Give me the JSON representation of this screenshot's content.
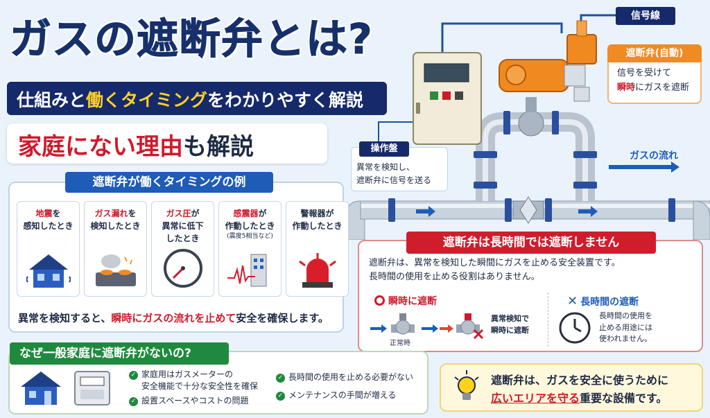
{
  "title": {
    "main": "ガスの遮断弁とは?",
    "subtitle_pre": "仕組みと",
    "subtitle_hl": "働くタイミング",
    "subtitle_post": "をわかりやすく解説",
    "reason_red": "家庭にない理由",
    "reason_dark": "も解説"
  },
  "diagram": {
    "signal_line": "信号線",
    "valve_auto_title": "遮断弁(自動)",
    "valve_auto_line1": "信号を受けて",
    "valve_auto_red": "瞬時",
    "valve_auto_line2": "にガスを遮断",
    "panel_title": "操作盤",
    "panel_line1": "異常を検知し、",
    "panel_line2": "遮断弁に信号を送る",
    "flow_label": "ガスの流れ"
  },
  "timing": {
    "header": "遮断弁が働くタイミングの例",
    "cards": [
      {
        "hl": "地震",
        "rest1": "を",
        "line2": "感知したとき",
        "line3": ""
      },
      {
        "hl": "ガス漏れ",
        "rest1": "を",
        "line2": "検知したとき",
        "line3": ""
      },
      {
        "hl": "ガス圧",
        "rest1": "が",
        "line2": "異常に低下",
        "line3": "したとき"
      },
      {
        "hl": "感震器",
        "rest1": "が",
        "line2": "作動したとき",
        "line3": "(震度5相当など)"
      },
      {
        "hl": "警報器",
        "rest1": "が",
        "line2": "作動したとき",
        "line3": ""
      }
    ],
    "foot_pre": "異常を検知すると、",
    "foot_red": "瞬時にガスの流れを止めて",
    "foot_post": "安全を確保します。"
  },
  "long": {
    "header": "遮断弁は長時間では遮断しません",
    "desc1": "遮断弁は、異常を検知した瞬間にガスを止める安全装置です。",
    "desc2": "長時間の使用を止める役割はありません。",
    "instant_title": "瞬時に遮断",
    "normal_label": "正常時",
    "detect_line1": "異常検知で",
    "detect_line2": "瞬時に遮断",
    "longtime_title": "長時間の遮断",
    "longtime_line1": "長時間の使用を",
    "longtime_line2": "止める用途には",
    "longtime_line3": "使われません。"
  },
  "why": {
    "header": "なぜ一般家庭に遮断弁がないの?",
    "item1_line1": "家庭用はガスメーターの",
    "item1_line2": "安全機能で十分な安全性を確保",
    "item2": "設置スペースやコストの問題",
    "item3": "長時間の使用を止める必要がない",
    "item4": "メンテナンスの手間が増える"
  },
  "summary": {
    "line1": "遮断弁は、ガスを安全に使うために",
    "red": "広いエリアを守る",
    "line2_post": "重要な設備です。"
  },
  "colors": {
    "navy": "#15296b",
    "red": "#cf1d2c",
    "blue": "#1e5cb8",
    "green": "#1f8a3e",
    "orange": "#f08a24",
    "yellow": "#ffd21f"
  },
  "icons": [
    "house-icon",
    "gas-stove-icon",
    "pressure-gauge-icon",
    "seismometer-icon",
    "alarm-light-icon",
    "gas-meter-icon",
    "lightbulb-icon",
    "clock-icon",
    "valve-icon",
    "check-icon",
    "circle-icon",
    "cross-icon"
  ]
}
